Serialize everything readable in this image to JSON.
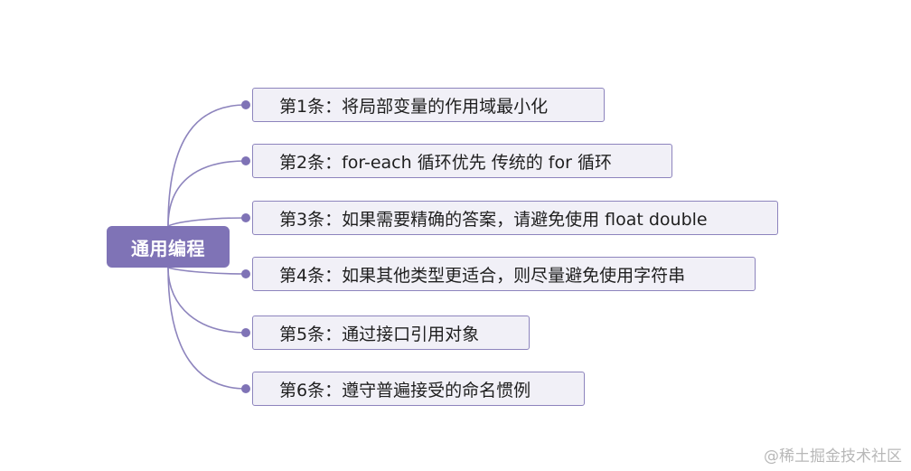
{
  "mindmap": {
    "root": "通用编程",
    "topics": [
      {
        "label": "第1条：将局部变量的作用域最小化"
      },
      {
        "label": "第2条：for-each 循环优先 传统的 for 循环"
      },
      {
        "label": "第3条：如果需要精确的答案，请避免使用 float double"
      },
      {
        "label": "第4条：如果其他类型更适合，则尽量避免使用字符串"
      },
      {
        "label": "第5条：通过接口引用对象"
      },
      {
        "label": "第6条：遵守普遍接受的命名惯例"
      }
    ],
    "colors": {
      "root_fill": "#7f73b6",
      "topic_border": "#8d84bd",
      "topic_fill": "#f1f0f7",
      "connector": "#8d84bd"
    }
  },
  "watermark": "@稀土掘金技术社区"
}
